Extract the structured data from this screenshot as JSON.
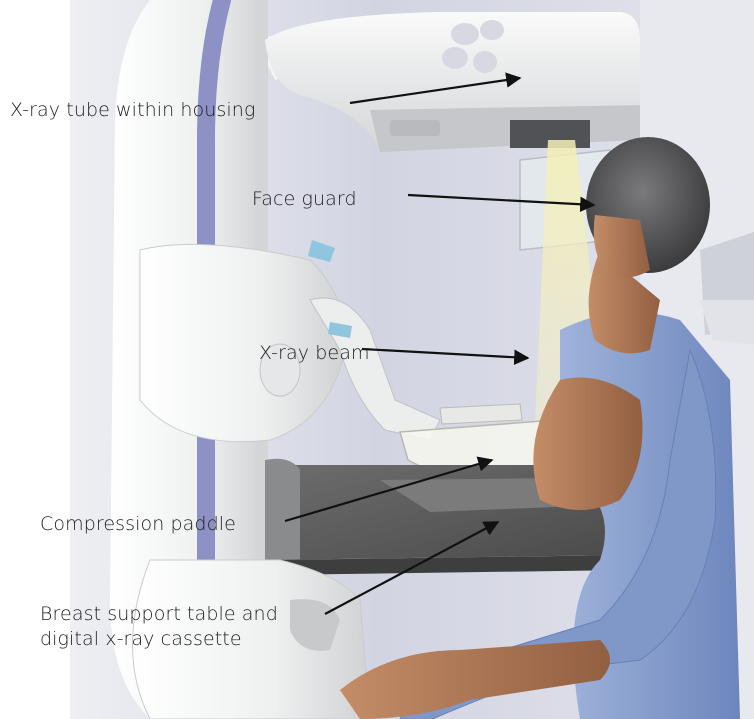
{
  "labels": {
    "xray_tube": "X-ray tube within housing",
    "face_guard": "Face guard",
    "xray_beam": "X-ray beam",
    "compression_paddle": "Compression paddle",
    "support_table_line1": "Breast support table and",
    "support_table_line2": "digital x-ray cassette"
  },
  "colors": {
    "room_wall": "#d9dbe6",
    "machine_white": "#f2f3f3",
    "machine_shadow": "#c9cbcd",
    "column_blue": "#8f92c4",
    "detector_dark": "#595959",
    "gown_blue": "#7f98c8",
    "skin": "#b07a57",
    "hair": "#5a5a5c",
    "beam": "#f3f0c6",
    "arrow": "#111111"
  }
}
